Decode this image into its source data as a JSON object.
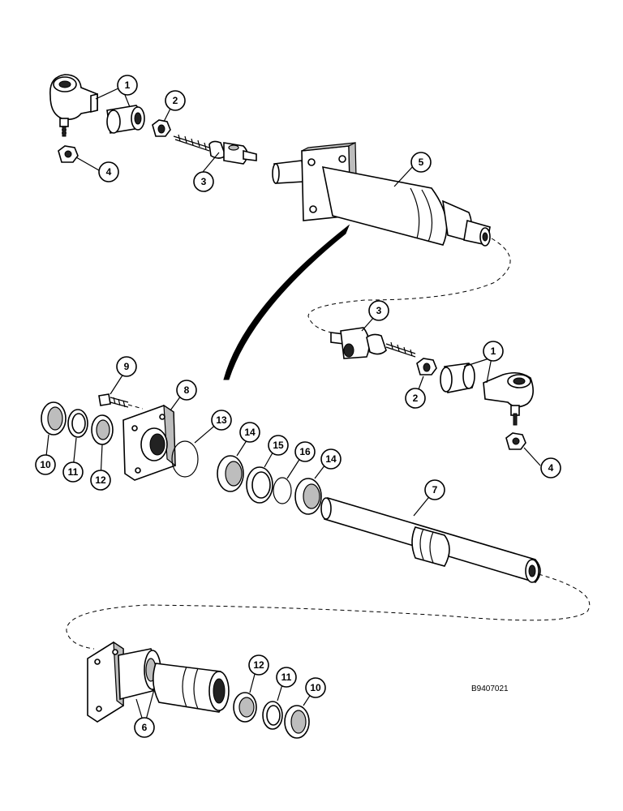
{
  "drawing_ref": "B9407021",
  "callouts": [
    {
      "id": "c1a",
      "label": "1"
    },
    {
      "id": "c2a",
      "label": "2"
    },
    {
      "id": "c3a",
      "label": "3"
    },
    {
      "id": "c4a",
      "label": "4"
    },
    {
      "id": "c5",
      "label": "5"
    },
    {
      "id": "c3b",
      "label": "3"
    },
    {
      "id": "c1b",
      "label": "1"
    },
    {
      "id": "c2b",
      "label": "2"
    },
    {
      "id": "c4b",
      "label": "4"
    },
    {
      "id": "c9",
      "label": "9"
    },
    {
      "id": "c8",
      "label": "8"
    },
    {
      "id": "c10a",
      "label": "10"
    },
    {
      "id": "c11a",
      "label": "11"
    },
    {
      "id": "c12a",
      "label": "12"
    },
    {
      "id": "c13",
      "label": "13"
    },
    {
      "id": "c14a",
      "label": "14"
    },
    {
      "id": "c15",
      "label": "15"
    },
    {
      "id": "c16",
      "label": "16"
    },
    {
      "id": "c14b",
      "label": "14"
    },
    {
      "id": "c7",
      "label": "7"
    },
    {
      "id": "c12b",
      "label": "12"
    },
    {
      "id": "c11b",
      "label": "11"
    },
    {
      "id": "c10b",
      "label": "10"
    },
    {
      "id": "c6",
      "label": "6"
    }
  ]
}
